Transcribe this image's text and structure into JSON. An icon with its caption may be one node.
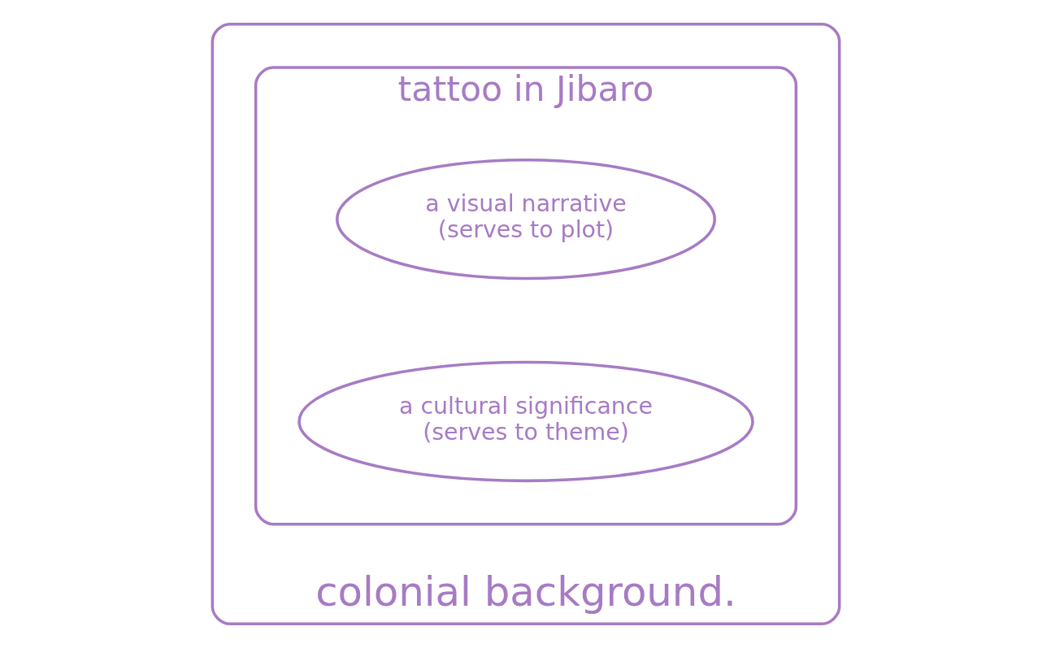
{
  "diagram": {
    "nodes": [
      {
        "text": [
          "colonial background."
        ]
      },
      {
        "text": [
          "tattoo in Jibaro"
        ],
        "in": 0
      },
      {
        "text": [
          "a visual narrative",
          "(serves to plot)"
        ],
        "in": 1
      },
      {
        "text": [
          "a cultural significance",
          "(serves to theme)"
        ],
        "in": 1
      }
    ],
    "edges": []
  }
}
